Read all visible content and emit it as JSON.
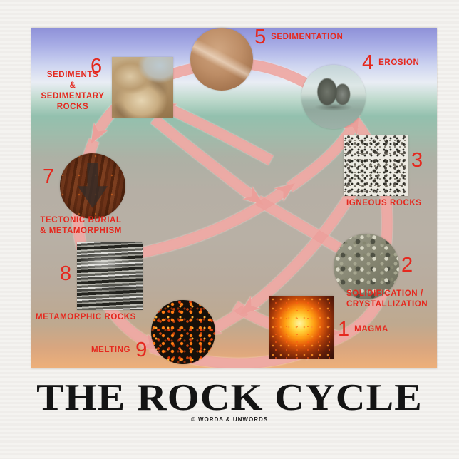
{
  "poster": {
    "title": "THE ROCK CYCLE",
    "credit": "© WORDS & UNWORDS"
  },
  "diagram": {
    "name": "rock-cycle-diagram",
    "stages": [
      {
        "number": "1",
        "lines": [
          "MAGMA"
        ],
        "photo": "volcanic-magma"
      },
      {
        "number": "2",
        "lines": [
          "SOLIDIFICATION /",
          "CRYSTALLIZATION"
        ],
        "photo": "crystal-gravel"
      },
      {
        "number": "3",
        "lines": [
          "IGNEOUS ROCKS"
        ],
        "photo": "speckled-granite"
      },
      {
        "number": "4",
        "lines": [
          "EROSION"
        ],
        "photo": "sea-stacks"
      },
      {
        "number": "5",
        "lines": [
          "SEDIMENTATION"
        ],
        "photo": "sand-sediment"
      },
      {
        "number": "6",
        "lines": [
          "SEDIMENTS",
          "&",
          "SEDIMENTARY",
          "ROCKS"
        ],
        "photo": "sedimentary-outcrop"
      },
      {
        "number": "7",
        "lines": [
          "TECTONIC BURIAL",
          "& METAMORPHISM"
        ],
        "photo": "tectonic-burial-arrow"
      },
      {
        "number": "8",
        "lines": [
          "METAMORPHIC ROCKS"
        ],
        "photo": "banded-gneiss"
      },
      {
        "number": "9",
        "lines": [
          "MELTING"
        ],
        "photo": "molten-rock"
      }
    ],
    "colors": {
      "label_red": "#e5281e",
      "arrow_pink": "#eb9f9a",
      "title_black": "#141414"
    }
  }
}
